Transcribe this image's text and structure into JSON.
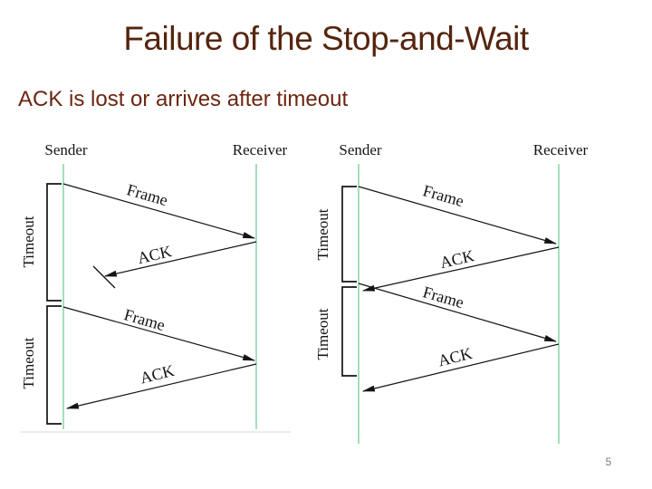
{
  "slide": {
    "title": "Failure of the Stop-and-Wait",
    "subtitle": "ACK is lost or arrives after timeout",
    "page_number": "5"
  },
  "colors": {
    "title_text": "#55250e",
    "subtitle_text": "#6d2511",
    "timeline_green": "#8ed9ac",
    "diagram_ink": "#141414",
    "page_number_gray": "#7b7b7b"
  },
  "left_diagram": {
    "sender": "Sender",
    "receiver": "Receiver",
    "timeout_top": "Timeout",
    "timeout_bottom": "Timeout",
    "frame_top": "Frame",
    "ack_top": "ACK",
    "ack_lost_marker": "x-mark",
    "frame_bottom": "Frame",
    "ack_bottom": "ACK"
  },
  "right_diagram": {
    "sender": "Sender",
    "receiver": "Receiver",
    "timeout_top": "Timeout",
    "timeout_bottom": "Timeout",
    "frame_top": "Frame",
    "ack_top": "ACK",
    "frame_bottom": "Frame",
    "ack_bottom": "ACK"
  }
}
